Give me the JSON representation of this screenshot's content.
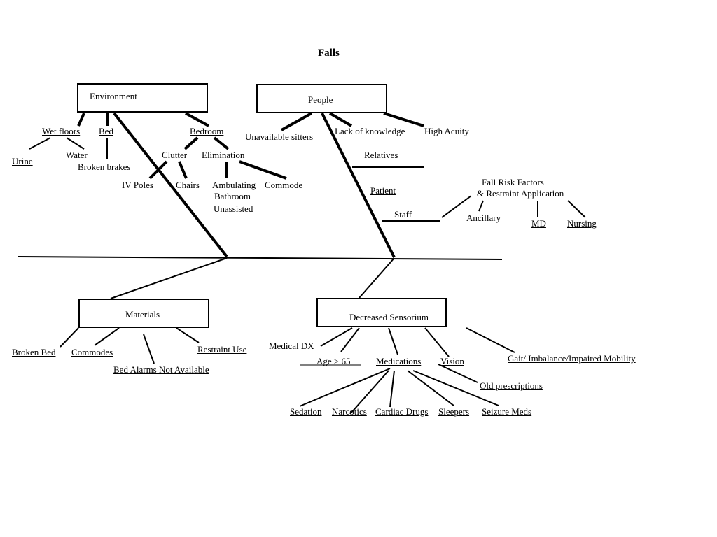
{
  "title": "Falls",
  "categories": {
    "environment": "Environment",
    "people": "People",
    "materials": "Materials",
    "sensorium": "Decreased Sensorium"
  },
  "environment": {
    "wet_floors": "Wet floors",
    "urine": "Urine",
    "water": "Water",
    "bed": "Bed",
    "broken_brakes": "Broken brakes",
    "bedroom": "Bedroom",
    "clutter": "Clutter",
    "elimination": "Elimination",
    "iv_poles": "IV Poles",
    "chairs": "Chairs",
    "ambulating": "Ambulating",
    "bathroom": "Bathroom",
    "unassisted": "Unassisted",
    "commode": "Commode"
  },
  "people": {
    "unavailable_sitters": "Unavailable sitters",
    "lack_of_knowledge": "Lack of knowledge",
    "high_acuity": "High Acuity",
    "relatives": "Relatives",
    "patient": "Patient",
    "staff": "Staff",
    "fall_risk_line1": "Fall Risk Factors",
    "fall_risk_line2": "& Restraint Application",
    "ancillary": "Ancillary",
    "md": "MD",
    "nursing": "Nursing"
  },
  "materials": {
    "broken_bed": "Broken Bed",
    "commodes": "Commodes",
    "bed_alarms": "Bed Alarms Not Available",
    "restraint_use": "Restraint Use"
  },
  "sensorium": {
    "medical_dx": "Medical DX",
    "age": "Age > 65",
    "medications": "Medications",
    "vision": "Vision",
    "gait": "Gait/ Imbalance/Impaired Mobility",
    "old_prescriptions": "Old prescriptions",
    "sedation": "Sedation",
    "narcotics": "Narcotics",
    "cardiac_drugs": "Cardiac Drugs",
    "sleepers": "Sleepers",
    "seizure_meds": "Seizure Meds"
  }
}
